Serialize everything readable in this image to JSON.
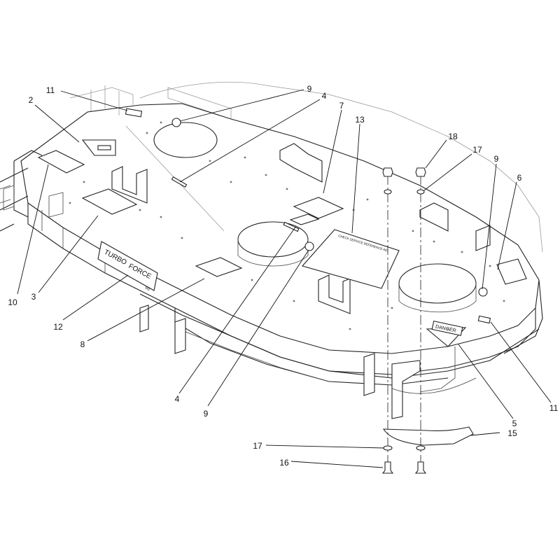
{
  "decals": {
    "turbo": "TURBO",
    "force": "FORCE",
    "size": "60",
    "danger": "DANGER",
    "service": "CHECK SERVICE REFERENCE AID"
  },
  "callouts": [
    {
      "id": "c-11a",
      "label": "11"
    },
    {
      "id": "c-2",
      "label": "2"
    },
    {
      "id": "c-9a",
      "label": "9"
    },
    {
      "id": "c-4a",
      "label": "4"
    },
    {
      "id": "c-7",
      "label": "7"
    },
    {
      "id": "c-13",
      "label": "13"
    },
    {
      "id": "c-18",
      "label": "18"
    },
    {
      "id": "c-17a",
      "label": "17"
    },
    {
      "id": "c-9b",
      "label": "9"
    },
    {
      "id": "c-6",
      "label": "6"
    },
    {
      "id": "c-10",
      "label": "10"
    },
    {
      "id": "c-3",
      "label": "3"
    },
    {
      "id": "c-12",
      "label": "12"
    },
    {
      "id": "c-8",
      "label": "8"
    },
    {
      "id": "c-4b",
      "label": "4"
    },
    {
      "id": "c-9c",
      "label": "9"
    },
    {
      "id": "c-5",
      "label": "5"
    },
    {
      "id": "c-11b",
      "label": "11"
    },
    {
      "id": "c-15",
      "label": "15"
    },
    {
      "id": "c-17b",
      "label": "17"
    },
    {
      "id": "c-16",
      "label": "16"
    }
  ]
}
